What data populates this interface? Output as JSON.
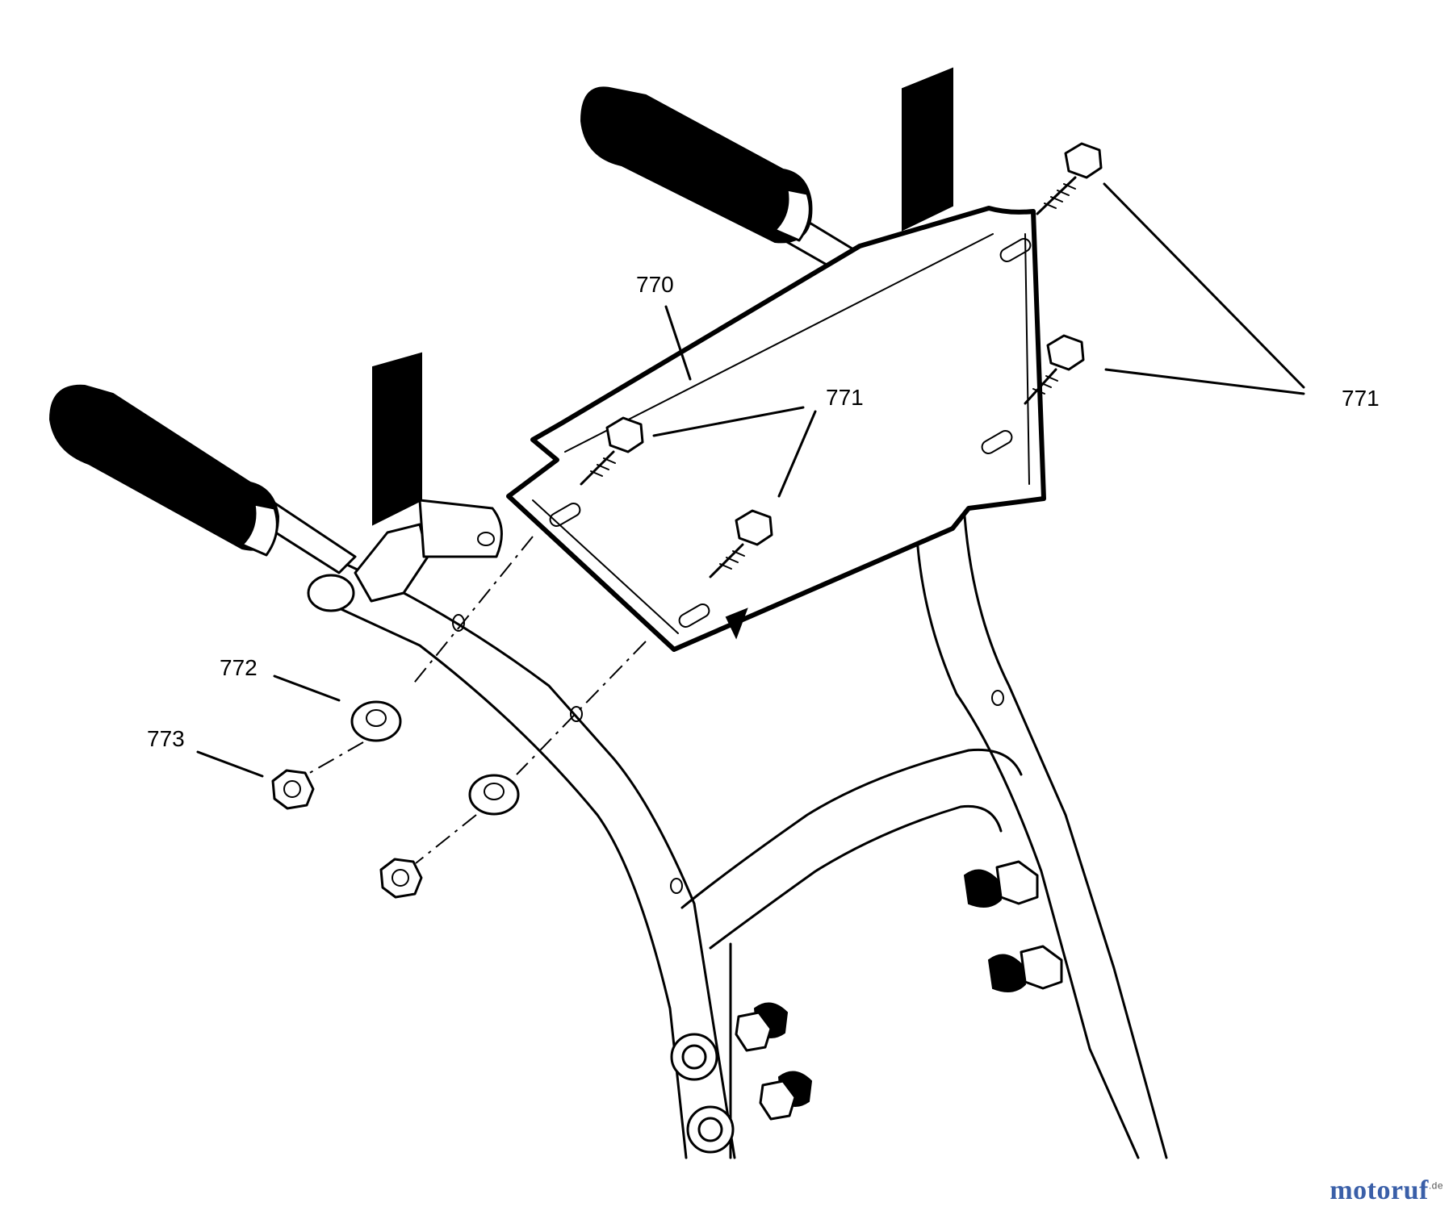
{
  "callouts": {
    "panel": "770",
    "screw_left": "771",
    "screw_right": "771",
    "washer": "772",
    "nut": "773"
  },
  "watermark": {
    "part1": "motoruf",
    "part2": ".de"
  }
}
